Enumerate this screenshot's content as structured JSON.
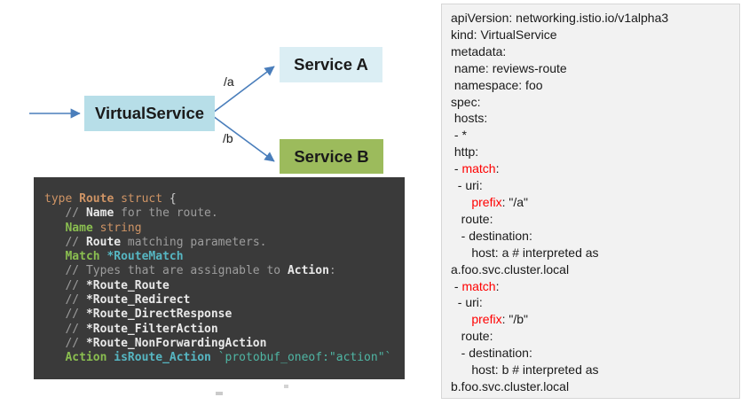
{
  "diagram": {
    "virtualservice_label": "VirtualService",
    "service_a_label": "Service A",
    "service_b_label": "Service B",
    "route_a_label": "/a",
    "route_b_label": "/b",
    "colors": {
      "virtualservice_bg": "#b7dee8",
      "service_a_bg": "#dbeef4",
      "service_b_bg": "#9cbb5c",
      "arrow": "#4a7ebb"
    }
  },
  "code_block": {
    "bg_color": "#3a3a3a",
    "lines": [
      [
        {
          "t": "type ",
          "c": "kw"
        },
        {
          "t": "Route",
          "c": "kwb"
        },
        {
          "t": " struct",
          "c": "kw"
        },
        {
          "t": " {",
          "c": "brace"
        }
      ],
      [
        {
          "t": "   // ",
          "c": "cm"
        },
        {
          "t": "Name",
          "c": "cmb"
        },
        {
          "t": " for the route.",
          "c": "cm"
        }
      ],
      [
        {
          "t": "   ",
          "c": "plain"
        },
        {
          "t": "Name",
          "c": "ident"
        },
        {
          "t": " string",
          "c": "kw"
        }
      ],
      [
        {
          "t": "   // ",
          "c": "cm"
        },
        {
          "t": "Route",
          "c": "cmb"
        },
        {
          "t": " matching parameters.",
          "c": "cm"
        }
      ],
      [
        {
          "t": "   ",
          "c": "plain"
        },
        {
          "t": "Match",
          "c": "ident"
        },
        {
          "t": " ",
          "c": "plain"
        },
        {
          "t": "*RouteMatch",
          "c": "type"
        }
      ],
      [
        {
          "t": "   // Types that are assignable to ",
          "c": "cm"
        },
        {
          "t": "Action",
          "c": "cmb"
        },
        {
          "t": ":",
          "c": "cm"
        }
      ],
      [
        {
          "t": "   // ",
          "c": "cm"
        },
        {
          "t": "*Route_Route",
          "c": "cmb"
        }
      ],
      [
        {
          "t": "   // ",
          "c": "cm"
        },
        {
          "t": "*Route_Redirect",
          "c": "cmb"
        }
      ],
      [
        {
          "t": "   // ",
          "c": "cm"
        },
        {
          "t": "*Route_DirectResponse",
          "c": "cmb"
        }
      ],
      [
        {
          "t": "   // ",
          "c": "cm"
        },
        {
          "t": "*Route_FilterAction",
          "c": "cmb"
        }
      ],
      [
        {
          "t": "   // ",
          "c": "cm"
        },
        {
          "t": "*Route_NonForwardingAction",
          "c": "cmb"
        }
      ],
      [
        {
          "t": "   ",
          "c": "plain"
        },
        {
          "t": "Action",
          "c": "ident"
        },
        {
          "t": " ",
          "c": "plain"
        },
        {
          "t": "isRoute_Action",
          "c": "type"
        },
        {
          "t": " ",
          "c": "plain"
        },
        {
          "t": "`protobuf_oneof:\"action\"`",
          "c": "str"
        }
      ]
    ]
  },
  "yaml_panel": {
    "bg_color": "#f2f2f2",
    "highlight_color": "#ff0000",
    "lines": [
      [
        {
          "t": "apiVersion: networking.istio.io/v1alpha3",
          "c": "y"
        }
      ],
      [
        {
          "t": "kind: VirtualService",
          "c": "y"
        }
      ],
      [
        {
          "t": "metadata:",
          "c": "y"
        }
      ],
      [
        {
          "t": " name: reviews-route",
          "c": "y"
        }
      ],
      [
        {
          "t": " namespace: foo",
          "c": "y"
        }
      ],
      [
        {
          "t": "spec:",
          "c": "y"
        }
      ],
      [
        {
          "t": " hosts:",
          "c": "y"
        }
      ],
      [
        {
          "t": " - *",
          "c": "y"
        }
      ],
      [
        {
          "t": " http:",
          "c": "y"
        }
      ],
      [
        {
          "t": " - ",
          "c": "y"
        },
        {
          "t": "match",
          "c": "red"
        },
        {
          "t": ":",
          "c": "y"
        }
      ],
      [
        {
          "t": "  - uri:",
          "c": "y"
        }
      ],
      [
        {
          "t": "      ",
          "c": "y"
        },
        {
          "t": "prefix",
          "c": "red"
        },
        {
          "t": ": \"/a\"",
          "c": "y"
        }
      ],
      [
        {
          "t": "   route:",
          "c": "y"
        }
      ],
      [
        {
          "t": "   - destination:",
          "c": "y"
        }
      ],
      [
        {
          "t": "      host: a # interpreted as",
          "c": "y"
        }
      ],
      [
        {
          "t": "a.foo.svc.cluster.local",
          "c": "y"
        }
      ],
      [
        {
          "t": " - ",
          "c": "y"
        },
        {
          "t": "match",
          "c": "red"
        },
        {
          "t": ":",
          "c": "y"
        }
      ],
      [
        {
          "t": "  - uri:",
          "c": "y"
        }
      ],
      [
        {
          "t": "      ",
          "c": "y"
        },
        {
          "t": "prefix",
          "c": "red"
        },
        {
          "t": ": \"/b\"",
          "c": "y"
        }
      ],
      [
        {
          "t": "   route:",
          "c": "y"
        }
      ],
      [
        {
          "t": "   - destination:",
          "c": "y"
        }
      ],
      [
        {
          "t": "      host: b # interpreted as",
          "c": "y"
        }
      ],
      [
        {
          "t": "b.foo.svc.cluster.local",
          "c": "y"
        }
      ]
    ]
  }
}
